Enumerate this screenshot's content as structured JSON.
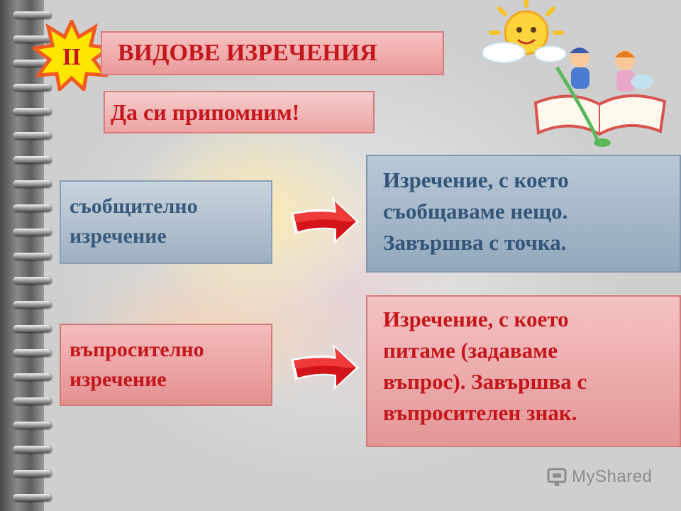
{
  "section_number": "II",
  "title": "ВИДОВЕ ИЗРЕЧЕНИЯ",
  "subtitle": "Да си припомним!",
  "rows": [
    {
      "type_lines": [
        "съобщително",
        "изречение"
      ],
      "definition_lines": [
        "Изречение, с което",
        "съобщаваме нещо.",
        "Завършва с точка."
      ]
    },
    {
      "type_lines": [
        "въпросително",
        "изречение"
      ],
      "definition_lines": [
        "Изречение, с което",
        "питаме (задаваме",
        "въпрос). Завършва с",
        "въпросителен знак."
      ]
    }
  ],
  "watermark": "MyShared",
  "source_url": "http://edu.ucoz.ru",
  "colors": {
    "accent_red": "#c4161c",
    "accent_blue": "#33557a",
    "star_yellow": "#ffe600",
    "star_orange": "#f15a22"
  },
  "icons": [
    "star-burst-icon",
    "arrow-right-icon",
    "sun-icon",
    "children-reading-book-icon",
    "myshared-logo-icon"
  ]
}
